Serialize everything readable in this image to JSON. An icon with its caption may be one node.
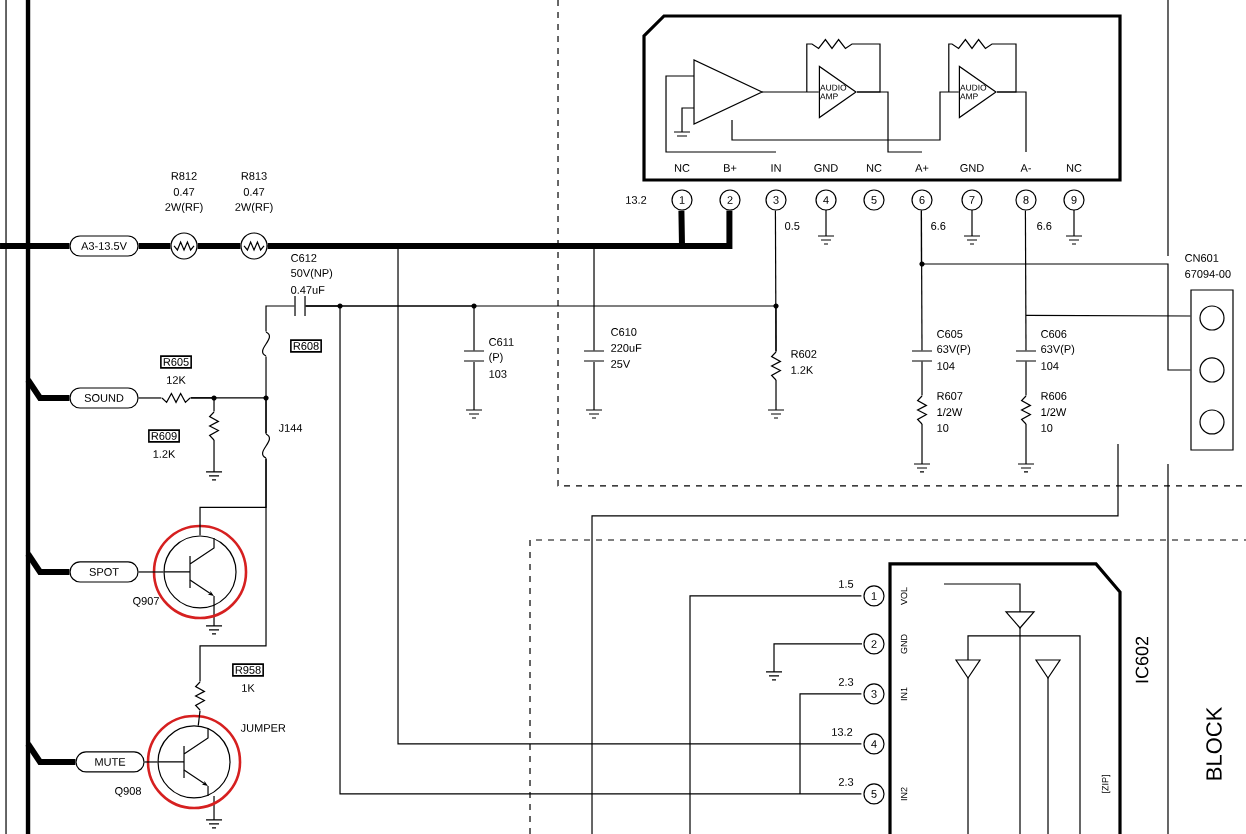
{
  "diagram": {
    "nodes": [
      {
        "text": [
          "A3-13.5V"
        ]
      },
      {
        "text": [],
        "shape": "circle",
        "beside": [
          "R812",
          "0.47",
          "2W(RF)"
        ]
      },
      {
        "text": [],
        "shape": "circle",
        "beside": [
          "R813",
          "0.47",
          "2W(RF)"
        ]
      },
      {
        "text": [],
        "shape": "capacitor",
        "beside": [
          "C612",
          "50V(NP)",
          "0.47uF"
        ]
      },
      {
        "text": [],
        "shape": "jumper",
        "beside": [
          "R608"
        ]
      },
      {
        "text": [
          "SOUND"
        ]
      },
      {
        "text": [],
        "shape": "resistor",
        "beside": [
          "R605",
          "12K"
        ]
      },
      {
        "text": [],
        "shape": "resistor",
        "beside": [
          "R609",
          "1.2K"
        ]
      },
      {
        "text": [],
        "shape": "jumper",
        "beside": [
          "J144"
        ]
      },
      {
        "text": [
          "SPOT"
        ]
      },
      {
        "text": [],
        "shape": "transistor",
        "beside": [
          "Q907"
        ]
      },
      {
        "text": [
          "MUTE"
        ]
      },
      {
        "text": [],
        "shape": "transistor",
        "beside": [
          "Q908"
        ]
      },
      {
        "text": [],
        "shape": "resistor",
        "beside": [
          "R958",
          "1K"
        ]
      },
      {
        "text": [
          "NC",
          "B+",
          "IN",
          "GND",
          "NC",
          "A+",
          "GND",
          "A-",
          "NC"
        ]
      },
      {
        "text": [
          "AUDIO AMP"
        ],
        "in": 14
      },
      {
        "text": [
          "AUDIO AMP"
        ],
        "in": 14
      },
      {
        "text": [],
        "shape": "capacitor",
        "beside": [
          "C610",
          "220uF",
          "25V"
        ]
      },
      {
        "text": [],
        "shape": "capacitor",
        "beside": [
          "C611",
          "(P)",
          "103"
        ]
      },
      {
        "text": [],
        "shape": "resistor",
        "beside": [
          "R602",
          "1.2K"
        ]
      },
      {
        "text": [],
        "shape": "capacitor",
        "beside": [
          "C605",
          "63V(P)",
          "104"
        ]
      },
      {
        "text": [],
        "shape": "capacitor",
        "beside": [
          "C606",
          "63V(P)",
          "104"
        ]
      },
      {
        "text": [],
        "shape": "resistor",
        "beside": [
          "R607",
          "1/2W",
          "10"
        ]
      },
      {
        "text": [],
        "shape": "resistor",
        "beside": [
          "R606",
          "1/2W",
          "10"
        ]
      },
      {
        "text": [],
        "shape": "connector",
        "beside": [
          "CN601",
          "67094-00"
        ]
      },
      {
        "text": [
          "IC602",
          "[ZIP]",
          "VOL",
          "GND",
          "IN1",
          "IN2"
        ]
      }
    ],
    "edges": [
      {
        "from": 0,
        "to": 1,
        "arrow": "none",
        "style": "thick"
      },
      {
        "from": 1,
        "to": 2,
        "arrow": "none",
        "style": "thick"
      },
      {
        "from": 2,
        "to": 14,
        "arrow": "none",
        "style": "thick"
      },
      {
        "from": 2,
        "to": 17,
        "arrow": "none"
      },
      {
        "from": 3,
        "to": 18,
        "arrow": "none"
      },
      {
        "from": 3,
        "to": 19,
        "arrow": "none"
      },
      {
        "from": 14,
        "to": 19,
        "arrow": "none"
      },
      {
        "from": 14,
        "to": 20,
        "arrow": "none"
      },
      {
        "from": 14,
        "to": 21,
        "arrow": "none"
      },
      {
        "from": 20,
        "to": 22,
        "arrow": "none"
      },
      {
        "from": 21,
        "to": 23,
        "arrow": "none"
      },
      {
        "from": 21,
        "to": 24,
        "arrow": "none"
      },
      {
        "from": 14,
        "to": 24,
        "arrow": "none"
      },
      {
        "from": 3,
        "to": 4,
        "arrow": "none"
      },
      {
        "from": 4,
        "to": 8,
        "arrow": "none"
      },
      {
        "from": 8,
        "to": 10,
        "arrow": "none"
      },
      {
        "from": 5,
        "to": 6,
        "arrow": "none"
      },
      {
        "from": 6,
        "to": 7,
        "arrow": "none"
      },
      {
        "from": 6,
        "to": 8,
        "arrow": "none"
      },
      {
        "from": 9,
        "to": 10,
        "arrow": "none"
      },
      {
        "from": 11,
        "to": 12,
        "arrow": "none"
      },
      {
        "from": 13,
        "to": 12,
        "arrow": "none"
      },
      {
        "from": 13,
        "to": 8,
        "arrow": "none"
      },
      {
        "from": 3,
        "to": 25,
        "arrow": "none"
      },
      {
        "from": 2,
        "to": 25,
        "arrow": "none"
      },
      {
        "from": 25,
        "to": null,
        "arrow": "none"
      },
      {
        "from": 25,
        "to": null,
        "arrow": "none"
      },
      {
        "from": null,
        "to": 0,
        "arrow": "none",
        "style": "thick"
      },
      {
        "from": null,
        "to": 5,
        "arrow": "none",
        "style": "thick"
      },
      {
        "from": null,
        "to": 9,
        "arrow": "none",
        "style": "thick"
      },
      {
        "from": null,
        "to": 11,
        "arrow": "none",
        "style": "thick"
      }
    ],
    "labels": [
      "13.2",
      "1",
      "2",
      "3",
      "4",
      "5",
      "6",
      "7",
      "8",
      "9",
      "0.5",
      "6.6",
      "6.6",
      "JUMPER",
      "1",
      "2",
      "3",
      "4",
      "5",
      "1.5",
      "2.3",
      "13.2",
      "2.3",
      "BLOCK"
    ]
  }
}
